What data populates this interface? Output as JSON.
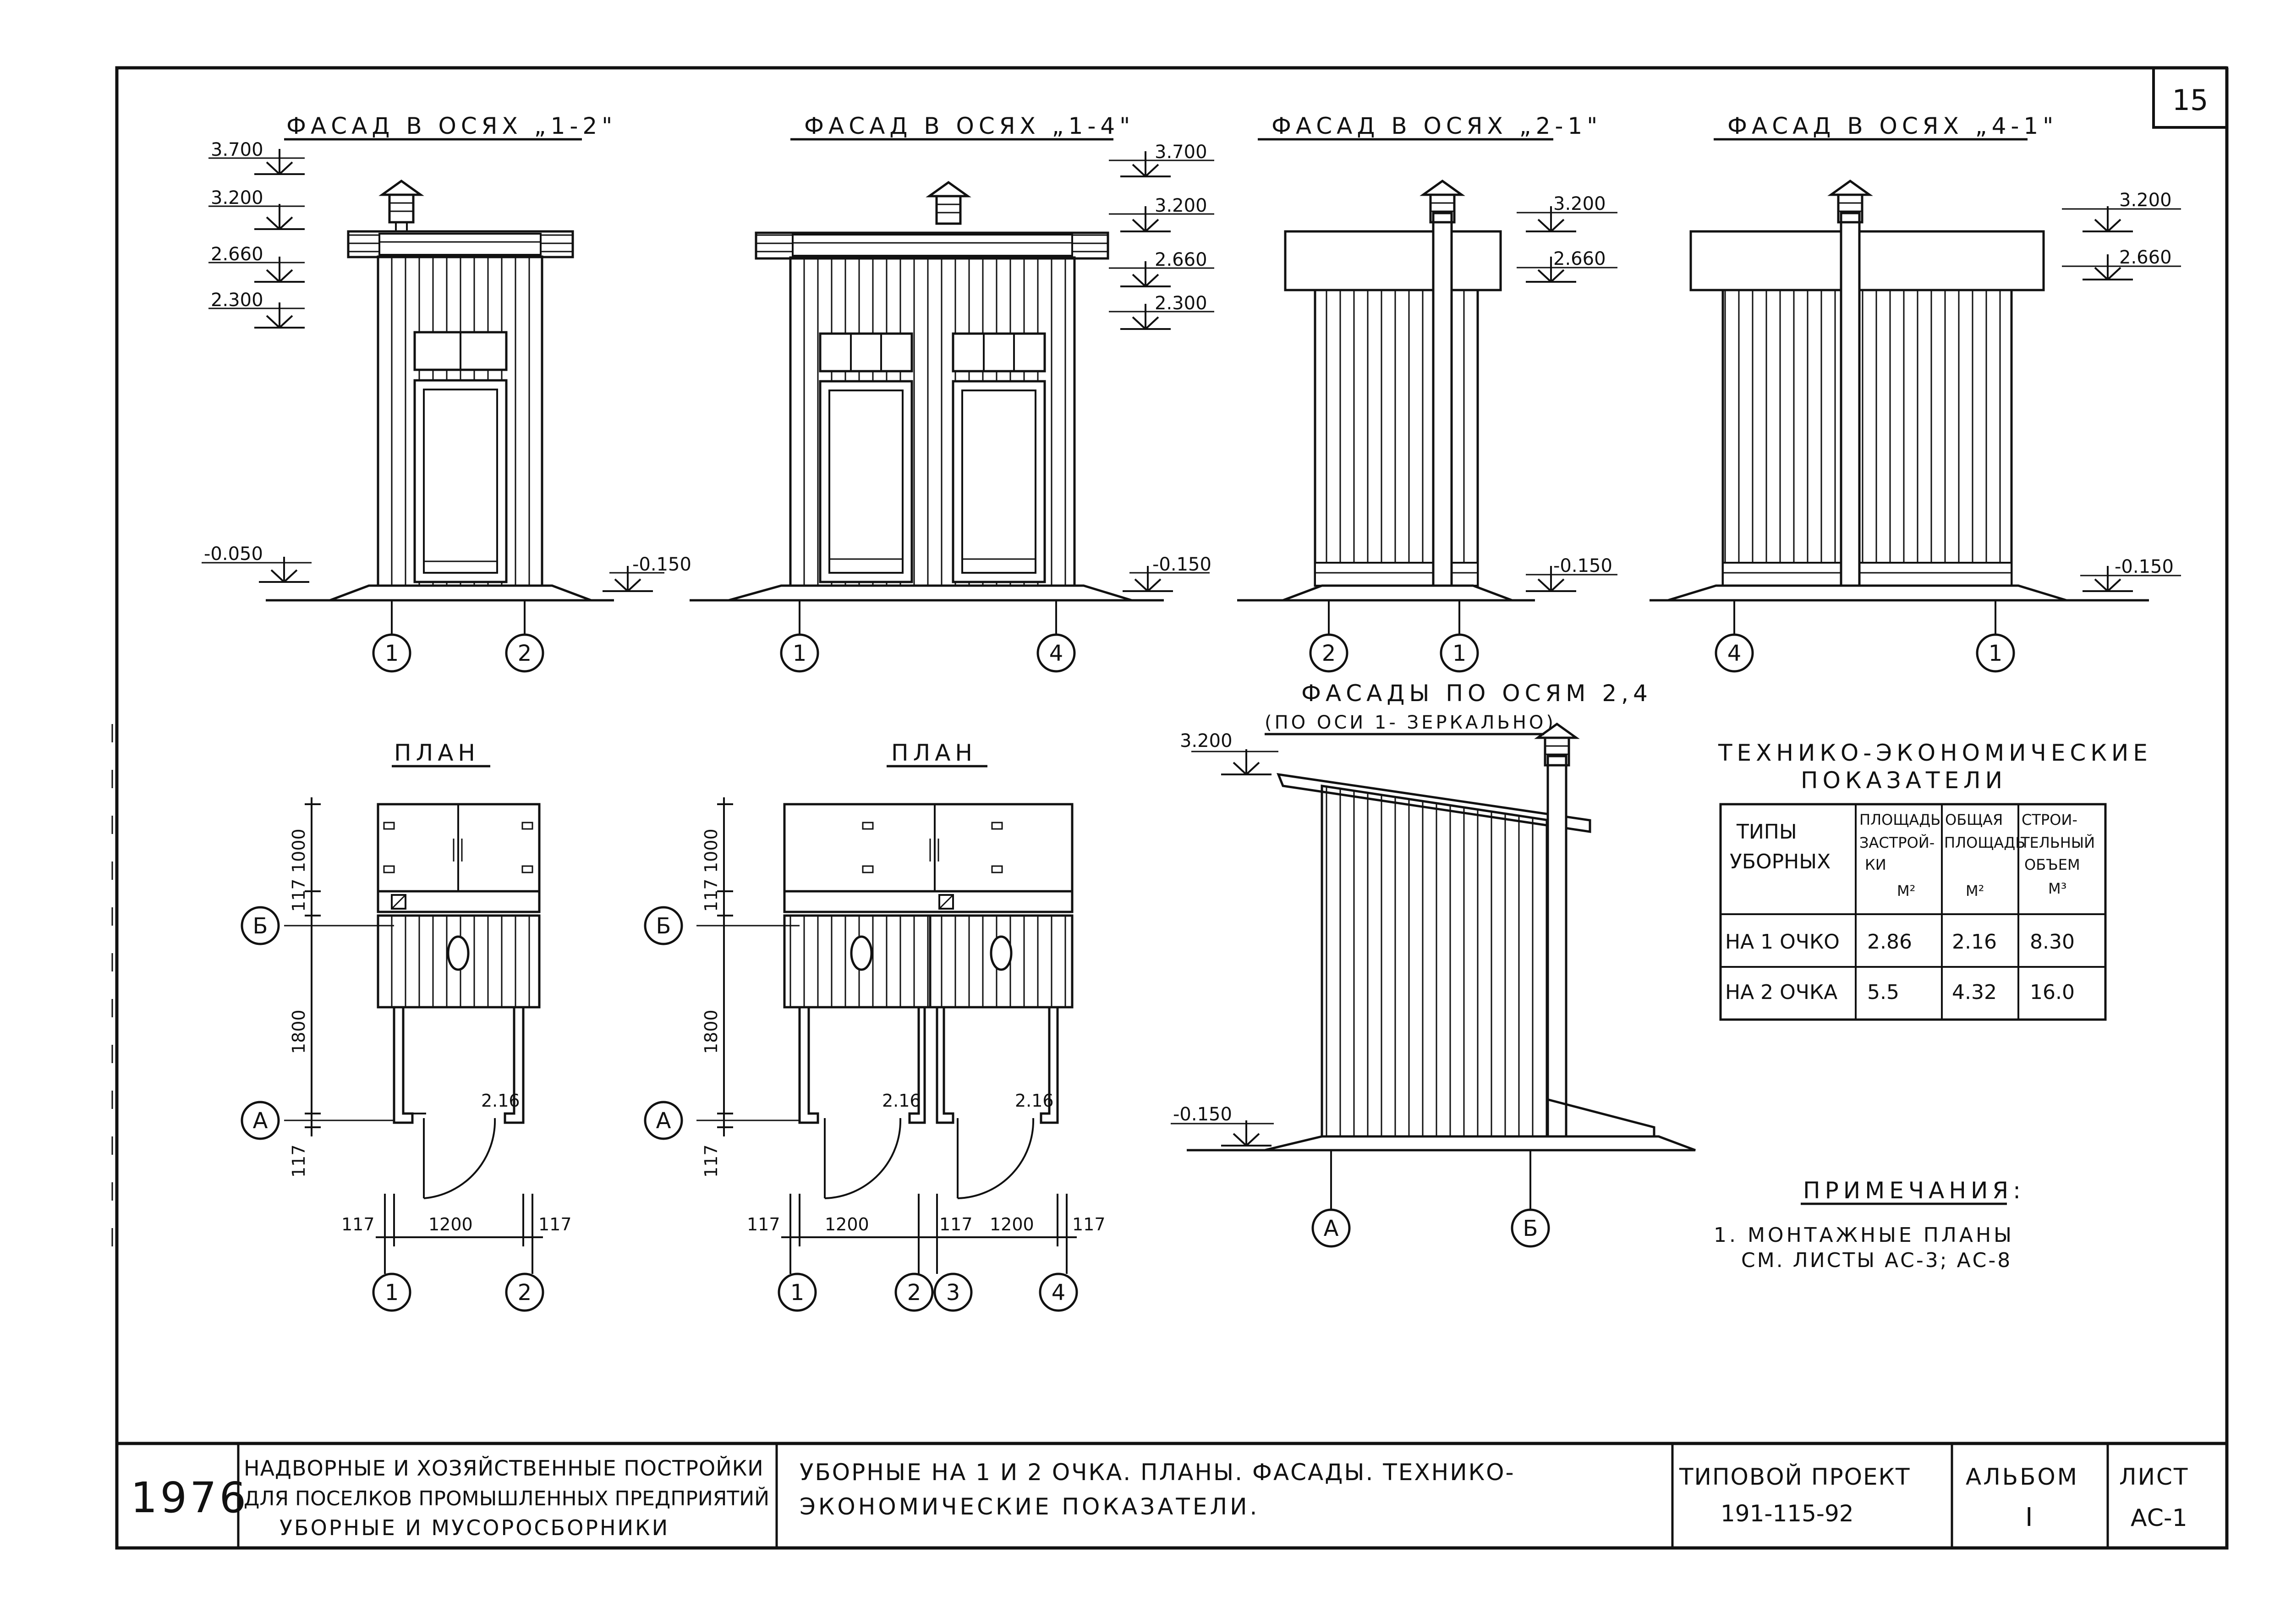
{
  "sheet_number": "15",
  "titles": {
    "f12": "ФАСАД В ОСЯХ „1-2\"",
    "f14": "ФАСАД В ОСЯХ „1-4\"",
    "f21": "ФАСАД В ОСЯХ „2-1\"",
    "f41": "ФАСАД В ОСЯХ „4-1\"",
    "side_l1": "ФАСАДЫ ПО ОСЯМ 2,4",
    "side_l2": "(ПО ОСИ 1- ЗЕРКАЛЬНО)",
    "plan": "ПЛАН"
  },
  "levels": {
    "l3700": "3.700",
    "l3200": "3.200",
    "l2660": "2.660",
    "l2300": "2.300",
    "lm050": "-0.050",
    "lm150": "-0.150"
  },
  "axes": {
    "a1": "1",
    "a2": "2",
    "a3": "3",
    "a4": "4",
    "aA": "А",
    "aB": "Б"
  },
  "dims": {
    "d1000": "1000",
    "d117": "117",
    "d1800": "1800",
    "d1200": "1200",
    "d216": "2.16"
  },
  "tep": {
    "title_l1": "ТЕХНИКО-ЭКОНОМИЧЕСКИЕ",
    "title_l2": "ПОКАЗАТЕЛИ",
    "h1a": "ТИПЫ",
    "h1b": "УБОРНЫХ",
    "h2a": "ПЛОЩАДЬ",
    "h2b": "ЗАСТРОЙ-",
    "h2c": "КИ",
    "h2d": "М²",
    "h3a": "ОБЩАЯ",
    "h3b": "ПЛОЩАДЬ",
    "h3c": "М²",
    "h4a": "СТРОИ-",
    "h4b": "ТЕЛЬНЫЙ",
    "h4c": "ОБЪЕМ",
    "h4d": "М³",
    "rows": [
      {
        "type": "НА 1 ОЧКО",
        "area_built": "2.86",
        "area_total": "2.16",
        "volume": "8.30"
      },
      {
        "type": "НА 2 ОЧКА",
        "area_built": "5.5",
        "area_total": "4.32",
        "volume": "16.0"
      }
    ]
  },
  "notes": {
    "title": "ПРИМЕЧАНИЯ:",
    "line1": "1. МОНТАЖНЫЕ ПЛАНЫ",
    "line2": "СМ. ЛИСТЫ АС-3; АС-8"
  },
  "title_block": {
    "year": "1976",
    "org1": "НАДВОРНЫЕ И ХОЗЯЙСТВЕННЫЕ ПОСТРОЙКИ",
    "org2": "ДЛЯ ПОСЕЛКОВ ПРОМЫШЛЕННЫХ ПРЕДПРИЯТИЙ",
    "org3": "УБОРНЫЕ И МУСОРОСБОРНИКИ",
    "desc1": "УБОРНЫЕ НА 1 И 2 ОЧКА. ПЛАНЫ. ФАСАДЫ. ТЕХНИКО-",
    "desc2": "ЭКОНОМИЧЕСКИЕ ПОКАЗАТЕЛИ.",
    "project_label": "ТИПОВОЙ ПРОЕКТ",
    "project_no": "191-115-92",
    "album_label": "АЛЬБОМ",
    "album_no": "I",
    "sheet_label": "ЛИСТ",
    "sheet_no": "АС-1"
  }
}
